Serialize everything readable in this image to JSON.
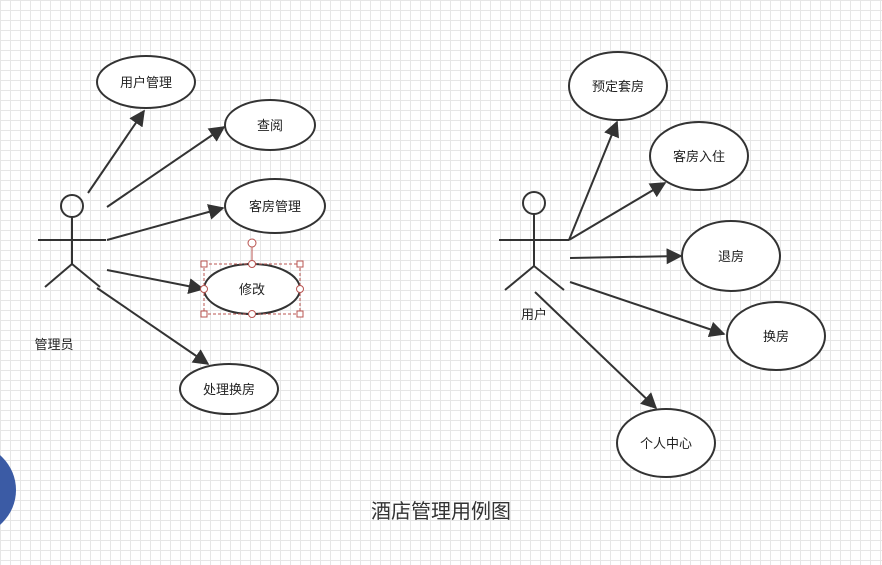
{
  "title": "酒店管理用例图",
  "actors": {
    "admin": {
      "label": "管理员"
    },
    "user": {
      "label": "用户"
    }
  },
  "use_cases": {
    "user_mgmt": "用户管理",
    "browse": "查阅",
    "room_mgmt": "客房管理",
    "modify": "修改",
    "handle_swap": "处理换房",
    "reserve": "预定套房",
    "checkin": "客房入住",
    "checkout": "退房",
    "swap": "换房",
    "center": "个人中心"
  },
  "colors": {
    "stroke": "#333333",
    "selection": "#b85450",
    "side_shape": "#3b5ba5"
  }
}
